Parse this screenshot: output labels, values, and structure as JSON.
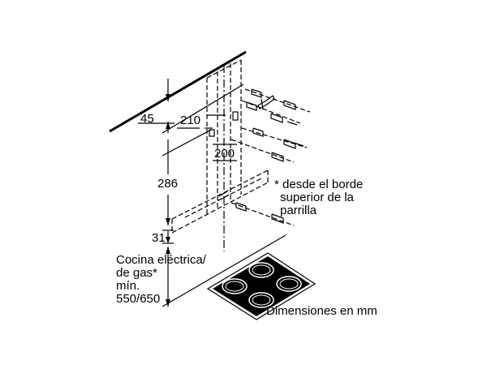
{
  "dimensions": {
    "d45": "45",
    "d210": "210",
    "d200": "200",
    "d286": "286",
    "d31": "31"
  },
  "note": {
    "line1": "* desde el borde",
    "line2": "superior de la",
    "line3": "parrilla"
  },
  "cooktop_label": {
    "line1": "Cocina eléctrica/",
    "line2": "de gas*",
    "line3": "mín.",
    "line4": "550/650"
  },
  "units_caption": "Dimensiones en mm"
}
